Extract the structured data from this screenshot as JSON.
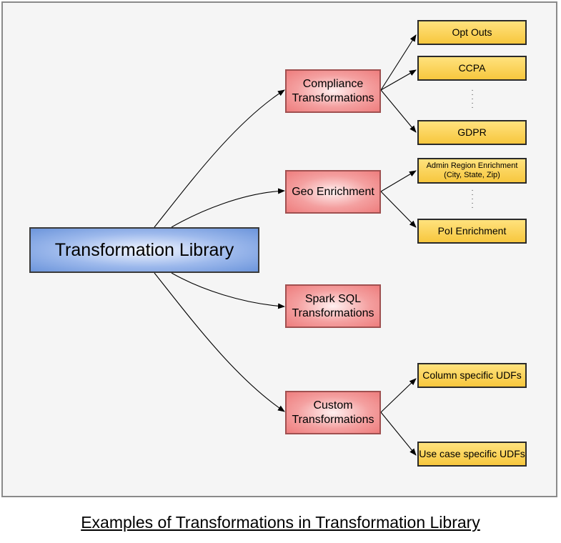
{
  "diagram": {
    "root": {
      "label": "Transformation Library"
    },
    "categories": [
      {
        "label_line1": "Compliance",
        "label_line2": "Transformations"
      },
      {
        "label_line1": "Geo Enrichment"
      },
      {
        "label_line1": "Spark SQL",
        "label_line2": "Transformations"
      },
      {
        "label_line1": "Custom",
        "label_line2": "Transformations"
      }
    ],
    "leaves": {
      "opt_outs": "Opt Outs",
      "ccpa": "CCPA",
      "gdpr": "GDPR",
      "admin_region_line1": "Admin Region Enrichment",
      "admin_region_line2": "(City, State, Zip)",
      "poi": "PoI Enrichment",
      "column_udfs": "Column specific UDFs",
      "usecase_udfs": "Use case specific UDFs"
    },
    "caption": "Examples of Transformations in Transformation Library"
  },
  "colors": {
    "root_fill": "#9db9ec",
    "category_fill": "#f4a0a0",
    "leaf_fill": "#ffd966",
    "frame_background": "#f5f5f5"
  }
}
